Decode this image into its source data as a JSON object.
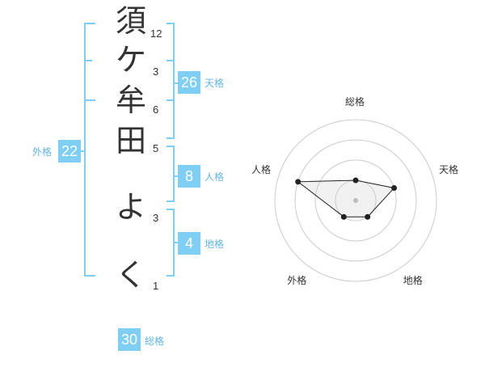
{
  "name": {
    "chars": [
      {
        "char": "須",
        "strokes": "12"
      },
      {
        "char": "ケ",
        "strokes": "3"
      },
      {
        "char": "牟",
        "strokes": "6"
      },
      {
        "char": "田",
        "strokes": "5"
      },
      {
        "char": "よ",
        "strokes": "3"
      },
      {
        "char": "く",
        "strokes": "1"
      }
    ]
  },
  "fortunes": {
    "tenkaku": {
      "value": "26",
      "label": "天格"
    },
    "jinkaku": {
      "value": "8",
      "label": "人格"
    },
    "chikaku": {
      "value": "4",
      "label": "地格"
    },
    "gaikaku": {
      "value": "22",
      "label": "外格"
    },
    "soukaku": {
      "value": "30",
      "label": "総格"
    }
  },
  "colors": {
    "accent": "#7fcef4",
    "accent_text": "#62b5e8",
    "text": "#333333",
    "grid": "#cccccc"
  },
  "chart_data": {
    "type": "radar",
    "axes": [
      "総格",
      "天格",
      "地格",
      "外格",
      "人格"
    ],
    "values": [
      1,
      2,
      1,
      1,
      3
    ],
    "max": 4
  }
}
